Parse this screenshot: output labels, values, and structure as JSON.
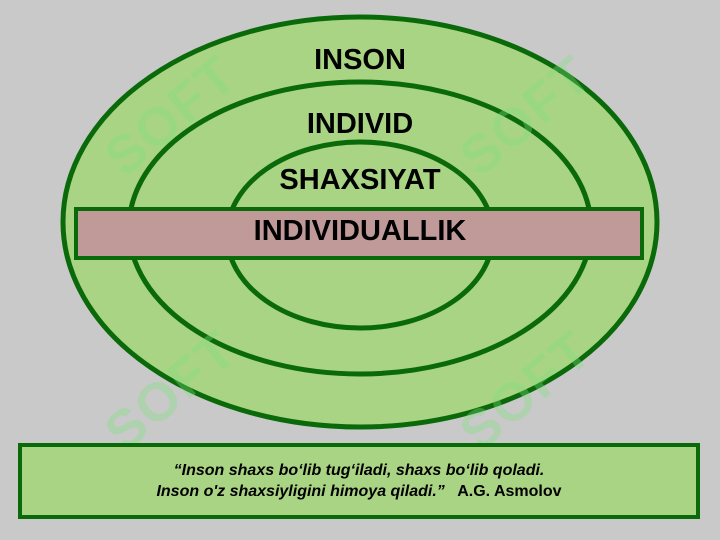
{
  "diagram": {
    "outer_label": "INSON",
    "middle_label": "INDIVID",
    "inner_label": "SHAXSIYAT",
    "band_label": "INDIVIDUALLIK",
    "colors": {
      "background": "#c9c9c9",
      "ellipse_fill": "#a9d483",
      "ellipse_stroke": "#0a6a0a",
      "band_fill": "#bf9a98"
    }
  },
  "quote": {
    "line1": "“Inson shaxs bo‘lib tug‘iladi, shaxs bo‘lib qoladi.",
    "line2": "Inson o'z shaxsiyligini himoya qiladi.”",
    "author": "A.G. Asmolov"
  },
  "watermark": {
    "text": "SOFT"
  }
}
